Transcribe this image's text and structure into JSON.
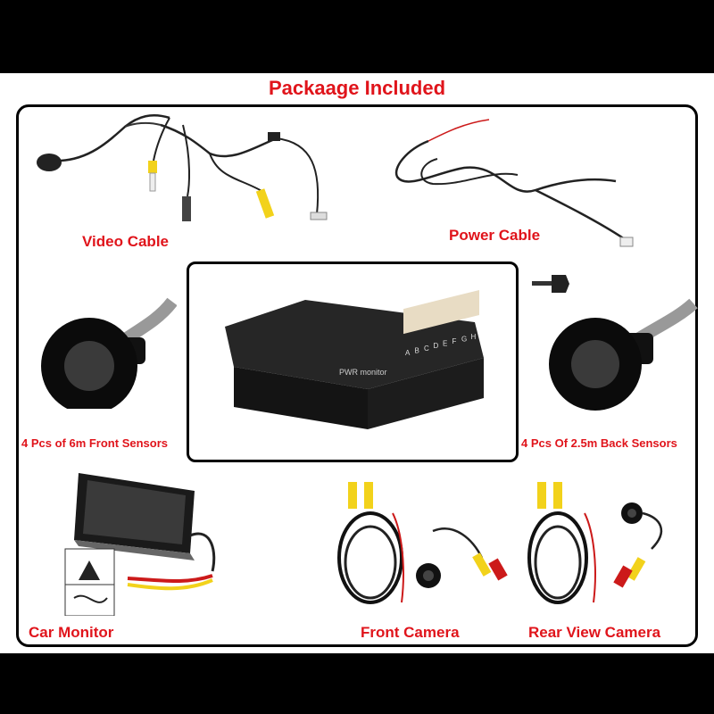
{
  "title": "Packaage Included",
  "items": {
    "video_cable": "Video Cable",
    "power_cable": "Power Cable",
    "front_sensors": "4 Pcs of 6m Front Sensors",
    "back_sensors": "4 Pcs Of 2.5m Back Sensors",
    "car_monitor": "Car Monitor",
    "front_camera": "Front Camera",
    "rear_camera": "Rear View Camera"
  },
  "control_box": {
    "label": "PWR monitor",
    "ports": [
      "A",
      "B",
      "C",
      "D",
      "E",
      "F",
      "G",
      "H"
    ]
  },
  "colors": {
    "accent": "#e0141b",
    "frame": "#000000",
    "background": "#ffffff",
    "cable_yellow": "#f2d21b",
    "cable_red": "#cc1a1a"
  }
}
